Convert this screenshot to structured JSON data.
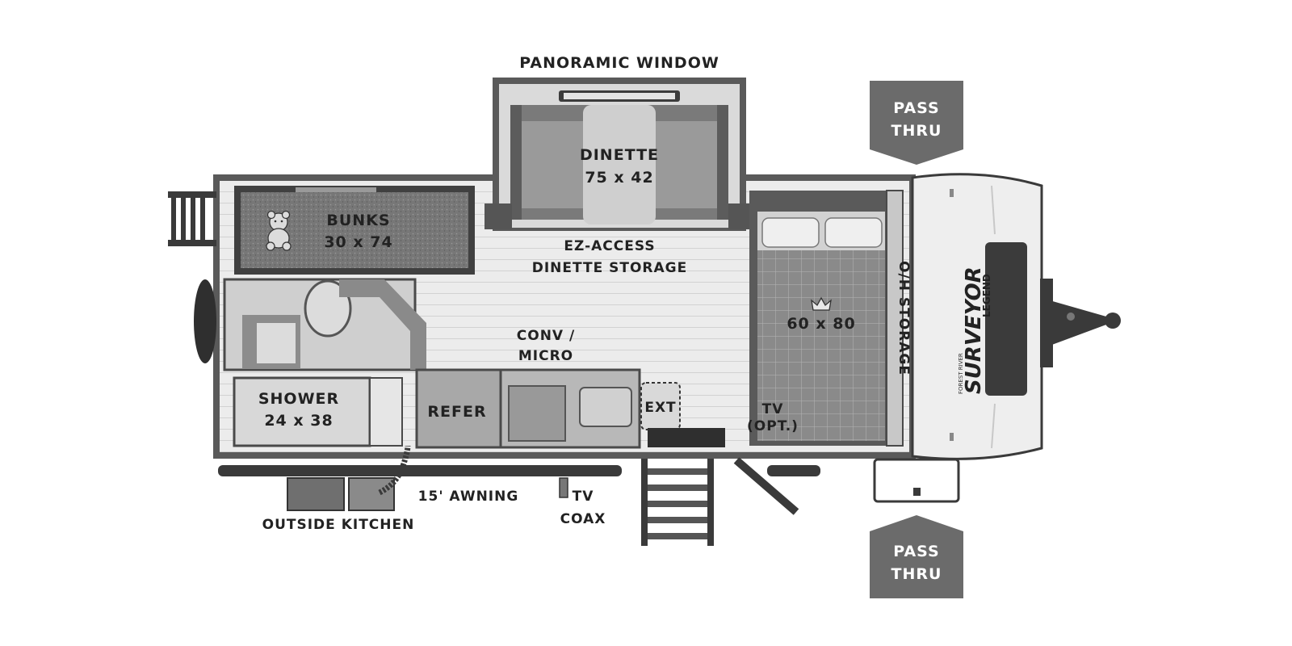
{
  "labels": {
    "panoramic_window": "PANORAMIC WINDOW",
    "dinette_name": "DINETTE",
    "dinette_size": "75 x 42",
    "bunks_name": "BUNKS",
    "bunks_size": "30 x 74",
    "ez_access_line1": "EZ-ACCESS",
    "ez_access_line2": "DINETTE STORAGE",
    "conv_micro_line1": "CONV /",
    "conv_micro_line2": "MICRO",
    "bed_size": "60 x 80",
    "oh_storage": "O/H STORAGE",
    "shower_name": "SHOWER",
    "shower_size": "24 x 38",
    "refer": "REFER",
    "ext": "EXT",
    "tv_line1": "TV",
    "tv_line2": "(OPT.)",
    "awning": "15' AWNING",
    "tv_coax_line1": "TV",
    "tv_coax_line2": "COAX",
    "outside_kitchen": "OUTSIDE KITCHEN"
  },
  "pass_thru_top": {
    "line1": "PASS",
    "line2": "THRU"
  },
  "pass_thru_bottom": {
    "line1": "PASS",
    "line2": "THRU"
  },
  "brand": {
    "maker": "FOREST RIVER",
    "model": "SURVEYOR",
    "sub": "LEGEND"
  },
  "icons": {
    "bunks": "teddy-bear-icon",
    "master_bed": "crown-icon"
  },
  "colors": {
    "background": "#ffffff",
    "pass_thru_fill": "#6b6b6b",
    "wall": "#555555",
    "floor": "#e8e8e8"
  }
}
